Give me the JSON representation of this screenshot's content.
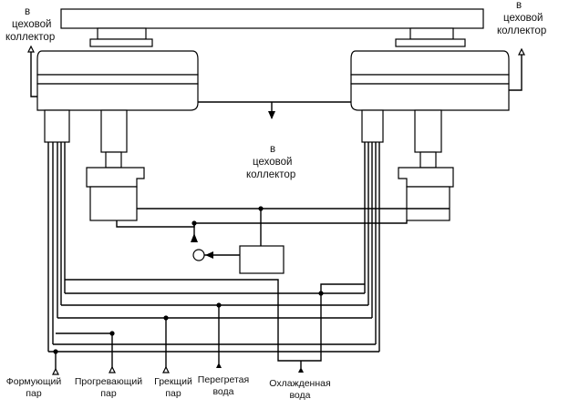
{
  "labels": {
    "top_left": [
      "в",
      "цеховой",
      "коллектор"
    ],
    "top_right": [
      "в",
      "цеховой",
      "коллектор"
    ],
    "center": [
      "в",
      "цеховой",
      "коллектор"
    ],
    "bottom": [
      {
        "lines": [
          "Формующий",
          "пар"
        ]
      },
      {
        "lines": [
          "Прогревающий",
          "пар"
        ]
      },
      {
        "lines": [
          "Грекщий",
          "пар"
        ]
      },
      {
        "lines": [
          "Перегретая",
          "вода"
        ]
      },
      {
        "lines": [
          "Охлажденная",
          "вода"
        ]
      }
    ]
  }
}
